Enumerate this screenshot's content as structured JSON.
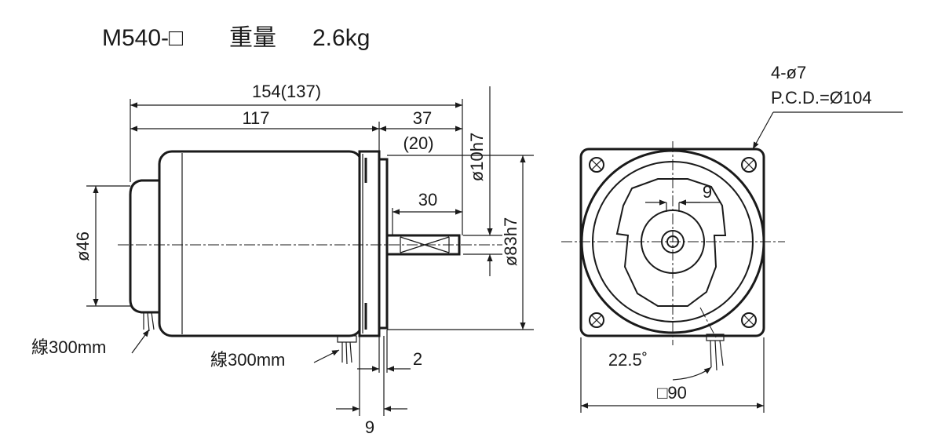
{
  "title": {
    "model": "M540-□",
    "weight_label": "重量",
    "weight_value": "2.6kg"
  },
  "side_view": {
    "dim_overall": "154(137)",
    "dim_body": "117",
    "dim_shaft_total": "37",
    "dim_shaft_total_alt": "(20)",
    "dim_shaft_length": "30",
    "dim_shaft_diameter": "ø10h7",
    "dim_pilot_diameter": "ø83h7",
    "dim_rear_cap_diameter": "ø46",
    "dim_flange_offset": "2",
    "dim_lead_offset": "9",
    "lead_wire_rear": "線300mm",
    "lead_wire_bottom": "線300mm"
  },
  "front_view": {
    "hole_spec": "4-ø7",
    "pcd_spec": "P.C.D.=Ø104",
    "dim_key_width": "9",
    "dim_angle": "22.5˚",
    "dim_square": "□90"
  },
  "colors": {
    "line": "#1a1a1a",
    "background": "#ffffff"
  }
}
